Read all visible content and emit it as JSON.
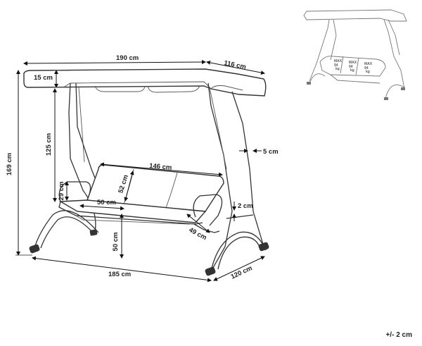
{
  "dimensions": {
    "canopy_width": "190 cm",
    "canopy_depth": "116 cm",
    "canopy_height": "15 cm",
    "total_height": "169 cm",
    "seat_to_canopy": "125 cm",
    "frame_tube": "5 cm",
    "seat_width": "146 cm",
    "backrest_height": "52 cm",
    "armrest_height": "29 cm",
    "seat_depth": "50 cm",
    "seat_thickness": "2 cm",
    "seat_side_depth": "49 cm",
    "seat_height": "50 cm",
    "base_width": "185 cm",
    "base_depth": "120 cm"
  },
  "thumbnail": {
    "max_label": "MAX",
    "max_value": "94",
    "max_unit": "kg"
  },
  "tolerance": "+/- 2 cm"
}
